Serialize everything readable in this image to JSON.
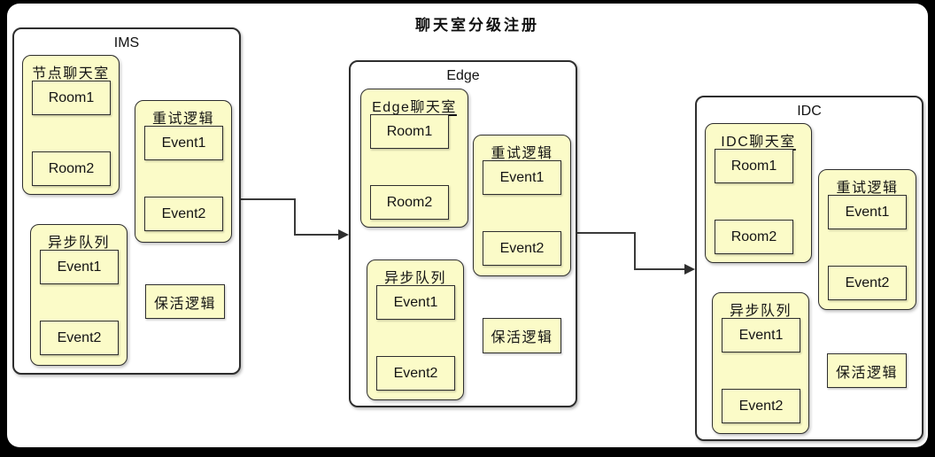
{
  "title": "聊天室分级注册",
  "colors": {
    "frame": "#000000",
    "canvas": "#FFFFFF",
    "note_fill": "#FBFBC8",
    "border": "#2E2E2E",
    "connector": "#3A3A3A"
  },
  "containers": [
    {
      "label": "IMS",
      "chat": {
        "title": "节点聊天室",
        "items": [
          "Room1",
          "Room2"
        ]
      },
      "retry": {
        "title": "重试逻辑",
        "items": [
          "Event1",
          "Event2"
        ]
      },
      "queue": {
        "title": "异步队列",
        "items": [
          "Event1",
          "Event2"
        ]
      },
      "keepalive": "保活逻辑"
    },
    {
      "label": "Edge",
      "chat": {
        "title": "Edge聊天室",
        "items": [
          "Room1",
          "Room2"
        ]
      },
      "retry": {
        "title": "重试逻辑",
        "items": [
          "Event1",
          "Event2"
        ]
      },
      "queue": {
        "title": "异步队列",
        "items": [
          "Event1",
          "Event2"
        ]
      },
      "keepalive": "保活逻辑"
    },
    {
      "label": "IDC",
      "chat": {
        "title": "IDC聊天室",
        "items": [
          "Room1",
          "Room2"
        ]
      },
      "retry": {
        "title": "重试逻辑",
        "items": [
          "Event1",
          "Event2"
        ]
      },
      "queue": {
        "title": "异步队列",
        "items": [
          "Event1",
          "Event2"
        ]
      },
      "keepalive": "保活逻辑"
    }
  ],
  "connections": [
    {
      "from": "IMS",
      "to": "Edge"
    },
    {
      "from": "Edge",
      "to": "IDC"
    }
  ]
}
